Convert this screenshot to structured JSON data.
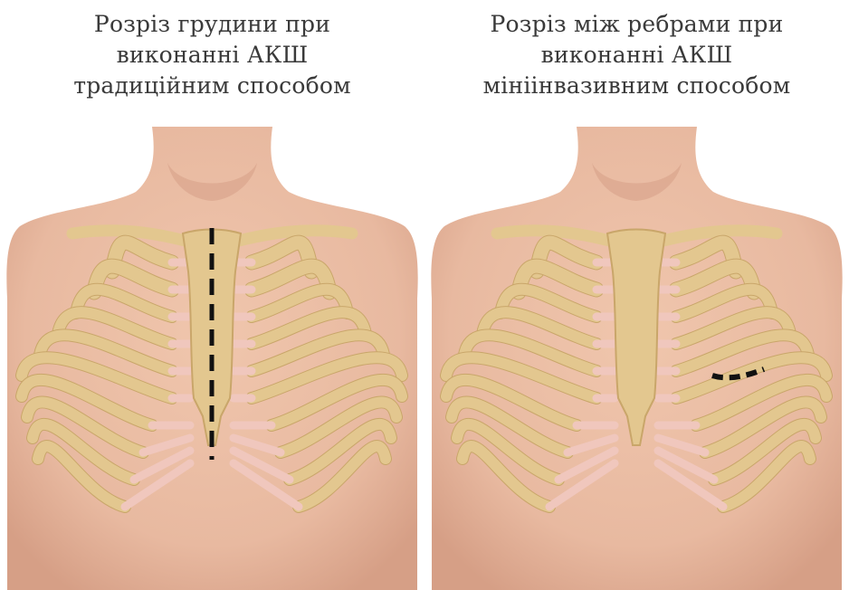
{
  "panels": [
    {
      "caption_lines": [
        "Розріз грудини при",
        "виконанні АКШ",
        "традиційним способом"
      ],
      "incision": "vertical"
    },
    {
      "caption_lines": [
        "Розріз між ребрами при",
        "виконанні АКШ",
        "мініінвазивним способом"
      ],
      "incision": "intercostal"
    }
  ],
  "colors": {
    "skin": "#e8b9a0",
    "skin_shadow": "#d69f86",
    "bone": "#e3c78f",
    "bone_dark": "#c9a66a",
    "cartilage": "#f0c7bd",
    "incision": "#111111"
  }
}
